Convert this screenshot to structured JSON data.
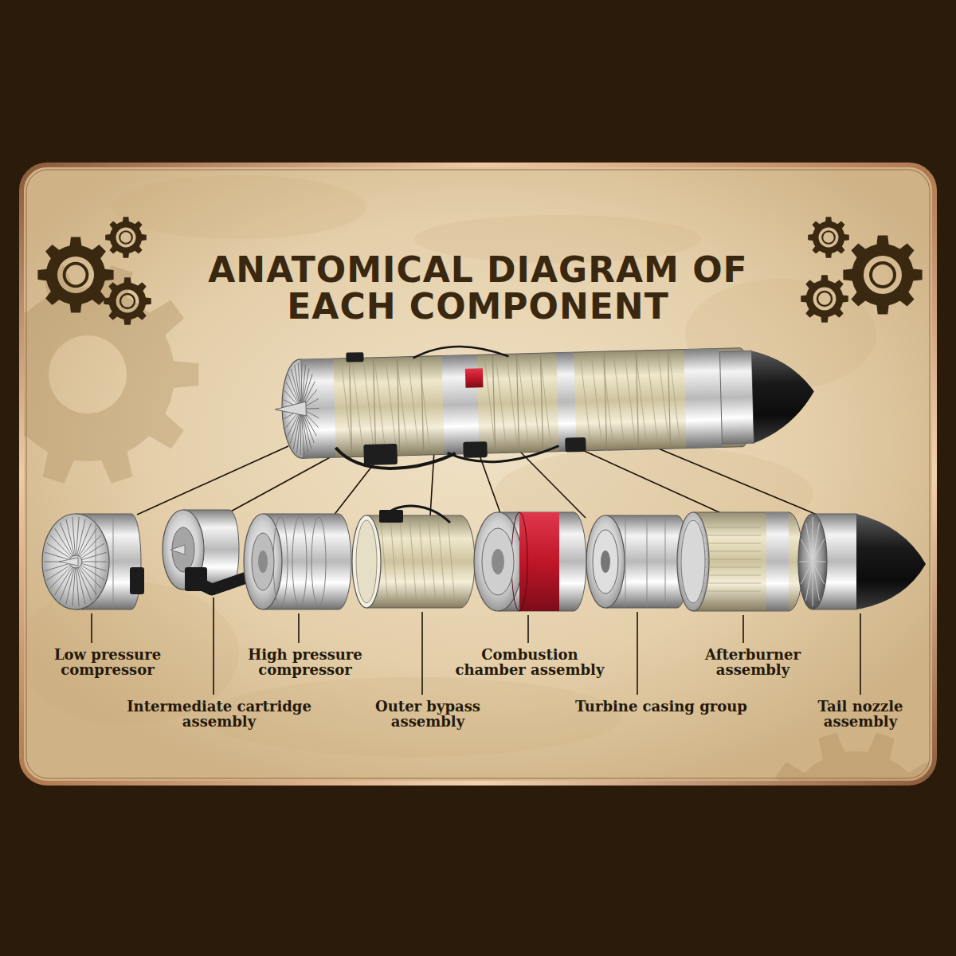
{
  "diagram": {
    "title": "ANATOMICAL DIAGRAM OF EACH COMPONENT",
    "labels": [
      "Low pressure compressor",
      "Intermediate cartridge assembly",
      "High pressure compressor",
      "Outer bypass assembly",
      "Combustion chamber assembly",
      "Turbine casing group",
      "Afterburner assembly",
      "Tail nozzle assembly"
    ]
  }
}
